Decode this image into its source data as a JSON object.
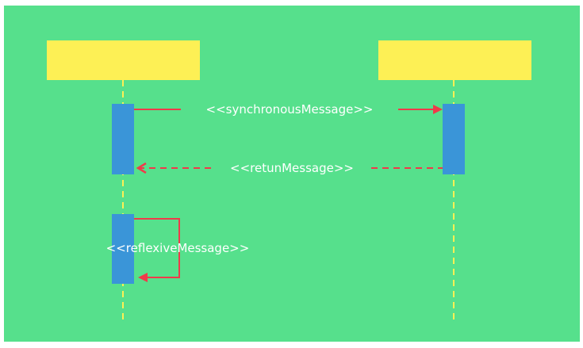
{
  "diagram": {
    "type": "sequence",
    "colors": {
      "background": "#56e08c",
      "lifeline_header": "#fdf055",
      "lifeline": "#fdf055",
      "activation": "#3a95d8",
      "arrow": "#f03a4a",
      "label_text": "#ffffff"
    },
    "messages": {
      "sync_label": "<<synchronousMessage>>",
      "return_label": "<<retunMessage>>",
      "reflexive_label": "<<reflexiveMessage>>"
    }
  }
}
